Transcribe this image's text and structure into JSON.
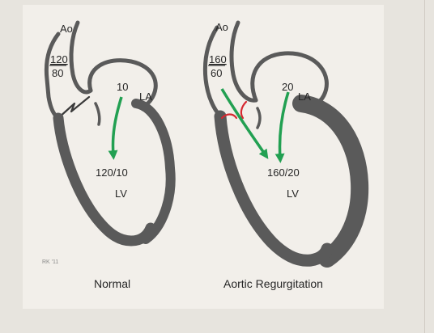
{
  "colors": {
    "background": "#e7e4de",
    "panel": "#f2efea",
    "wall": "#5a5a5a",
    "flow_arrow": "#22a052",
    "regurgitant_jet": "#d62830",
    "text": "#262626",
    "signature": "#8a8a8a"
  },
  "normal": {
    "caption": "Normal",
    "aorta_label": "Ao",
    "aortic_systolic": "120",
    "aortic_diastolic": "80",
    "la_pressure": "10",
    "la_label": "LA",
    "lv_pressure": "120/10",
    "lv_label": "LV"
  },
  "regurgitation": {
    "caption": "Aortic Regurgitation",
    "aorta_label": "Ao",
    "aortic_systolic": "160",
    "aortic_diastolic": "60",
    "la_pressure": "20",
    "la_label": "LA",
    "lv_pressure": "160/20",
    "lv_label": "LV"
  },
  "signature": "RK '11",
  "icons": {
    "flow": "green-arrow",
    "leak": "red-mark"
  }
}
